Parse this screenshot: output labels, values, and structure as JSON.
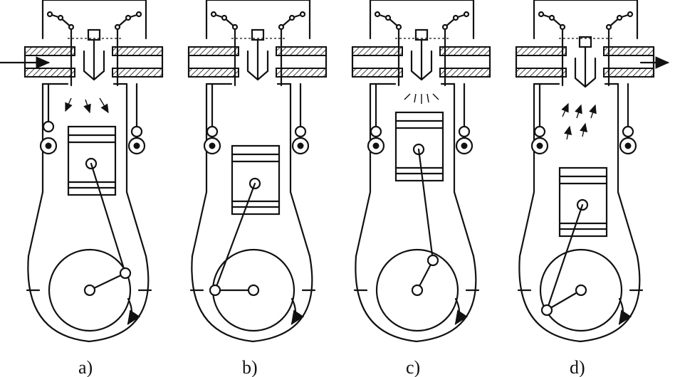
{
  "panels": [
    {
      "label": "a)",
      "stage": "intake"
    },
    {
      "label": "b)",
      "stage": "compression"
    },
    {
      "label": "c)",
      "stage": "combustion"
    },
    {
      "label": "d)",
      "stage": "exhaust"
    }
  ]
}
